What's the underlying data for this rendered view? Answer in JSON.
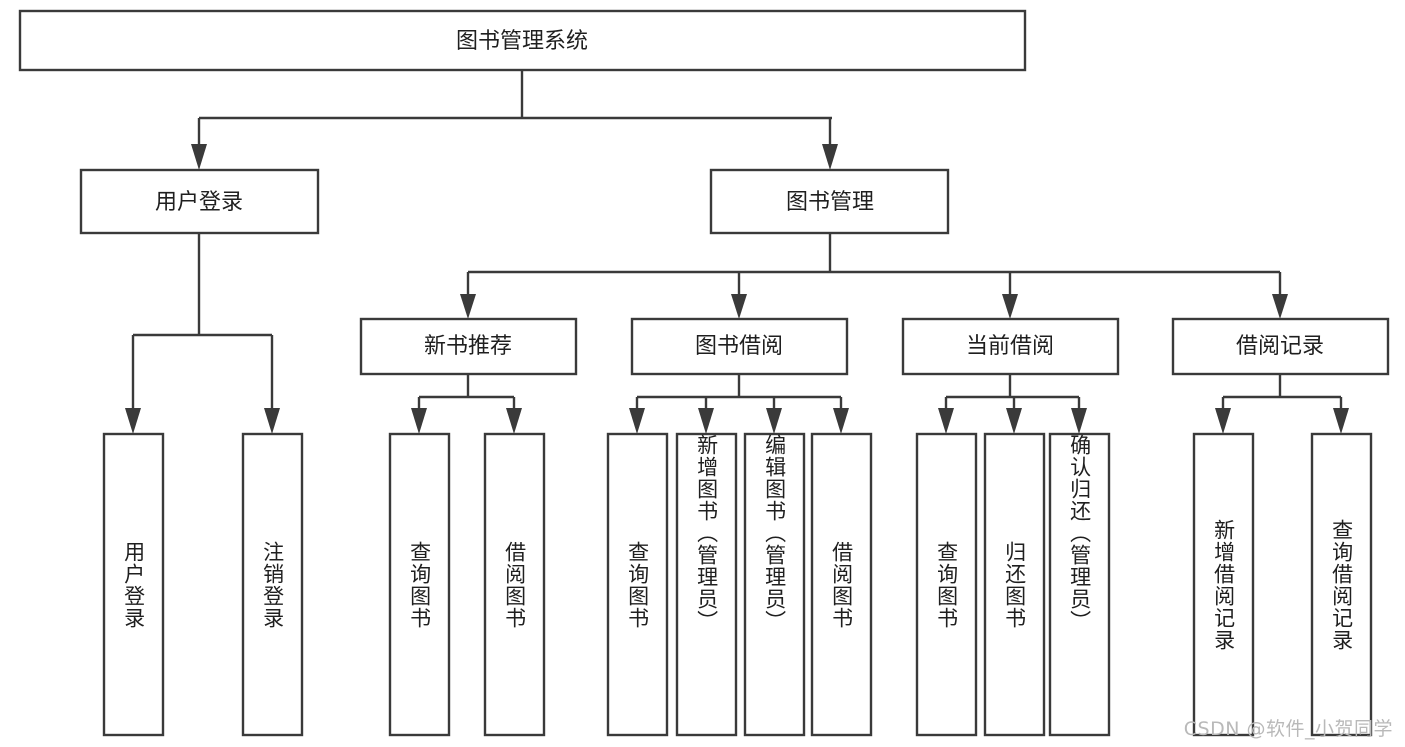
{
  "diagram": {
    "title": "图书管理系统",
    "type": "tree-hierarchy",
    "root": {
      "id": "root",
      "label": "图书管理系统",
      "orientation": "horizontal"
    },
    "level1": [
      {
        "id": "user-login",
        "label": "用户登录",
        "orientation": "horizontal"
      },
      {
        "id": "book-manage",
        "label": "图书管理",
        "orientation": "horizontal"
      }
    ],
    "level2": [
      {
        "id": "new-book-recommend",
        "label": "新书推荐",
        "orientation": "horizontal",
        "parent": "book-manage"
      },
      {
        "id": "book-borrow",
        "label": "图书借阅",
        "orientation": "horizontal",
        "parent": "book-manage"
      },
      {
        "id": "current-borrow",
        "label": "当前借阅",
        "orientation": "horizontal",
        "parent": "book-manage"
      },
      {
        "id": "borrow-record",
        "label": "借阅记录",
        "orientation": "horizontal",
        "parent": "book-manage"
      }
    ],
    "leaves": [
      {
        "id": "leaf-user-login",
        "label": "用户登录",
        "parent": "user-login",
        "orientation": "vertical"
      },
      {
        "id": "leaf-user-logout",
        "label": "注销登录",
        "parent": "user-login",
        "orientation": "vertical"
      },
      {
        "id": "leaf-query-book-1",
        "label": "查询图书",
        "parent": "new-book-recommend",
        "orientation": "vertical"
      },
      {
        "id": "leaf-borrow-book-1",
        "label": "借阅图书",
        "parent": "new-book-recommend",
        "orientation": "vertical"
      },
      {
        "id": "leaf-query-book-2",
        "label": "查询图书",
        "parent": "book-borrow",
        "orientation": "vertical"
      },
      {
        "id": "leaf-add-book",
        "label": "新增图书（管理员）",
        "parent": "book-borrow",
        "orientation": "vertical"
      },
      {
        "id": "leaf-edit-book",
        "label": "编辑图书（管理员）",
        "parent": "book-borrow",
        "orientation": "vertical"
      },
      {
        "id": "leaf-borrow-book-2",
        "label": "借阅图书",
        "parent": "book-borrow",
        "orientation": "vertical"
      },
      {
        "id": "leaf-query-book-3",
        "label": "查询图书",
        "parent": "current-borrow",
        "orientation": "vertical"
      },
      {
        "id": "leaf-return-book",
        "label": "归还图书",
        "parent": "current-borrow",
        "orientation": "vertical"
      },
      {
        "id": "leaf-confirm-return",
        "label": "确认归还（管理员）",
        "parent": "current-borrow",
        "orientation": "vertical"
      },
      {
        "id": "leaf-add-record",
        "label": "新增借阅记录",
        "parent": "borrow-record",
        "orientation": "vertical"
      },
      {
        "id": "leaf-query-record",
        "label": "查询借阅记录",
        "parent": "borrow-record",
        "orientation": "vertical"
      }
    ]
  },
  "watermark": {
    "text": "CSDN @软件_小贺同学"
  },
  "colors": {
    "box_stroke": "#3a3a3a",
    "box_fill": "#ffffff",
    "text": "#1f1f1f",
    "watermark": "#b9b9b9",
    "background": "#ffffff"
  }
}
